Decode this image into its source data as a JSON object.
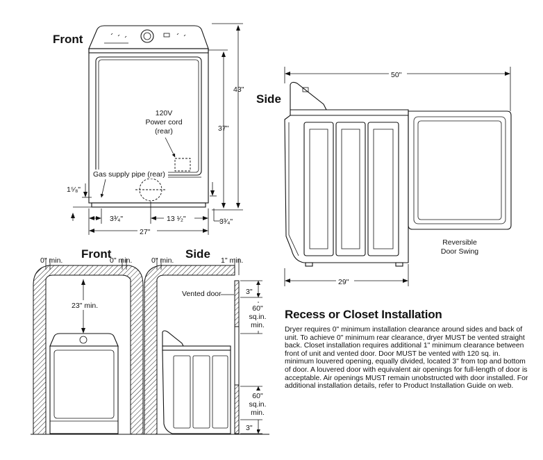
{
  "front_view": {
    "heading": "Front",
    "power_cord_label": [
      "120V",
      "Power cord",
      "(rear)"
    ],
    "gas_pipe_label": "Gas supply pipe (rear)",
    "dims": {
      "height_total": "43\"",
      "height_body": "37\"",
      "gas_height": "1⁵⁄₈\"",
      "left_offset": "3³⁄₄\"",
      "center_offset": "13 ¹⁄₂\"",
      "right_offset": "3³⁄₄\"",
      "width": "27\""
    }
  },
  "side_view": {
    "heading": "Side",
    "depth_with_door": "50\"",
    "depth": "29\"",
    "door_label": [
      "Reversible",
      "Door Swing"
    ]
  },
  "closet_front": {
    "heading": "Front",
    "left_clearance": "0\" min.",
    "right_clearance": "0\" min.",
    "top_clearance": "23\" min."
  },
  "closet_side": {
    "heading": "Side",
    "rear_clearance": "0\" min.",
    "front_clearance": "1\" min.",
    "vented_door": "Vented door",
    "top_gap": "3\"",
    "opening_upper": [
      "60\"",
      "sq.in.",
      "min."
    ],
    "opening_lower": [
      "60\"",
      "sq.in.",
      "min."
    ],
    "bottom_gap": "3\""
  },
  "recess": {
    "title": "Recess or Closet Installation",
    "body": "Dryer requires 0\" minimum installation clearance around sides and back of unit. To achieve 0\" minimum rear clearance, dryer MUST be vented straight back. Closet installation requires additional 1\" minimum clearance between front of unit and vented door. Door MUST be vented with 120 sq. in. minimum louvered opening, equally divided, located 3\" from top and bottom of door. A louvered door with equivalent air openings for full-length of door is acceptable. Air openings MUST remain unobstructed with door installed. For additional installation details, refer to Product Installation Guide on web."
  }
}
